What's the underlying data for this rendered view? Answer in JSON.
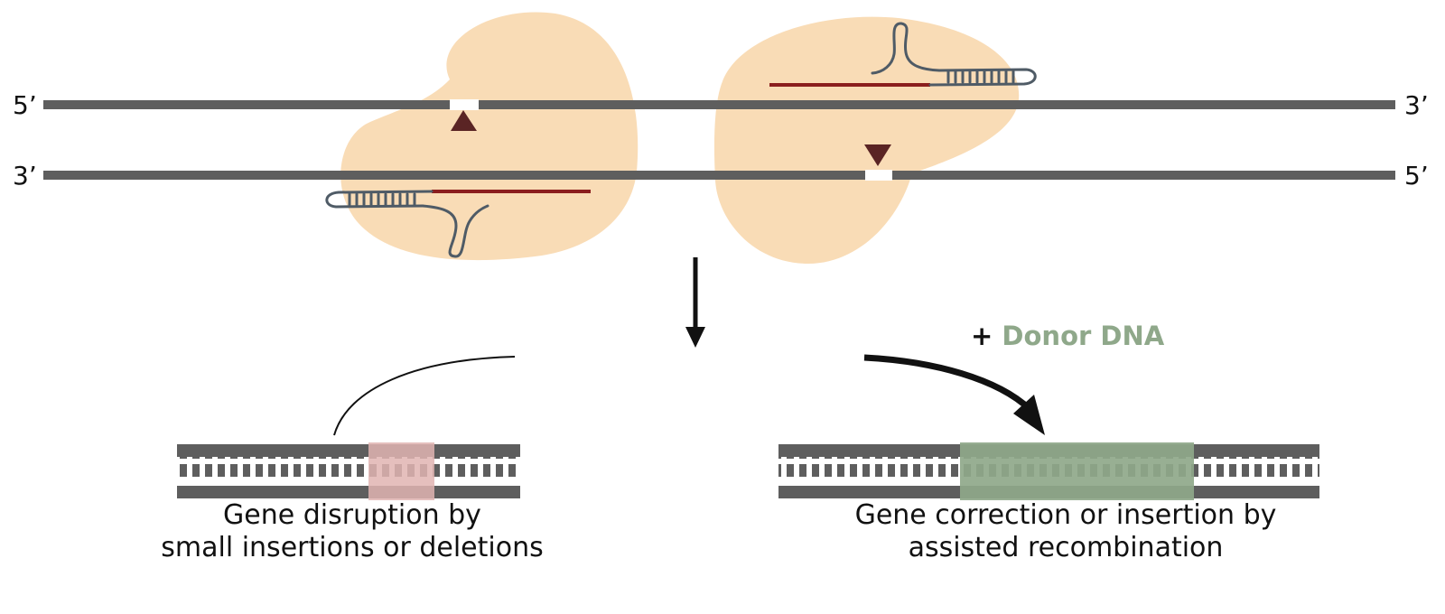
{
  "strands": {
    "top_left_end": "5’",
    "top_right_end": "3’",
    "bottom_left_end": "3’",
    "bottom_right_end": "5’"
  },
  "donor": {
    "plus": "+",
    "label": "Donor DNA"
  },
  "outcomes": {
    "left_caption_line1": "Gene disruption by",
    "left_caption_line2": "small insertions or deletions",
    "right_caption_line1": "Gene correction or insertion by",
    "right_caption_line2": "assisted recombination"
  },
  "colors": {
    "strand": "#5e5e5e",
    "protein_blob": "#f9dcb6",
    "cut_marker": "#5a2424",
    "guide_rna": "#8b1e1e",
    "rna_outline": "#4f5b66",
    "indel_region": "#e0b4b1",
    "donor_region": "#8fa88a",
    "donor_text": "#8fa88a"
  },
  "icons": {
    "cut_top": "triangle-up-icon",
    "cut_bottom": "triangle-down-icon",
    "down_arrow": "arrow-down-icon",
    "donor_arrow": "curved-arrow-icon"
  }
}
